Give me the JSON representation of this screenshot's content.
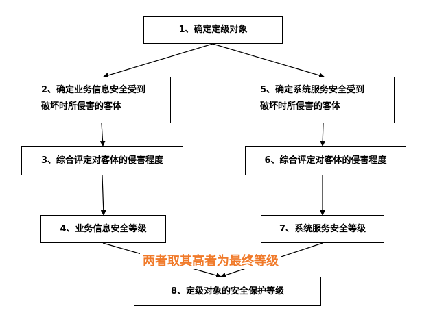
{
  "steps": {
    "s1": "1、确定定级对象",
    "s2_line1": "2、确定业务信息安全受到",
    "s2_line2": "破坏时所侵害的客体",
    "s3": "3、综合评定对客体的侵害程度",
    "s4": "4、业务信息安全等级",
    "s5_line1": "5、确定系统服务安全受到",
    "s5_line2": "破坏时所侵害的客体",
    "s6": "6、综合评定对客体的侵害程度",
    "s7": "7、系统服务安全等级",
    "s8": "8、定级对象的安全保护等级"
  },
  "note": "两者取其高者为最终等级",
  "colors": {
    "note": "#f07a2a",
    "line": "#000000"
  }
}
